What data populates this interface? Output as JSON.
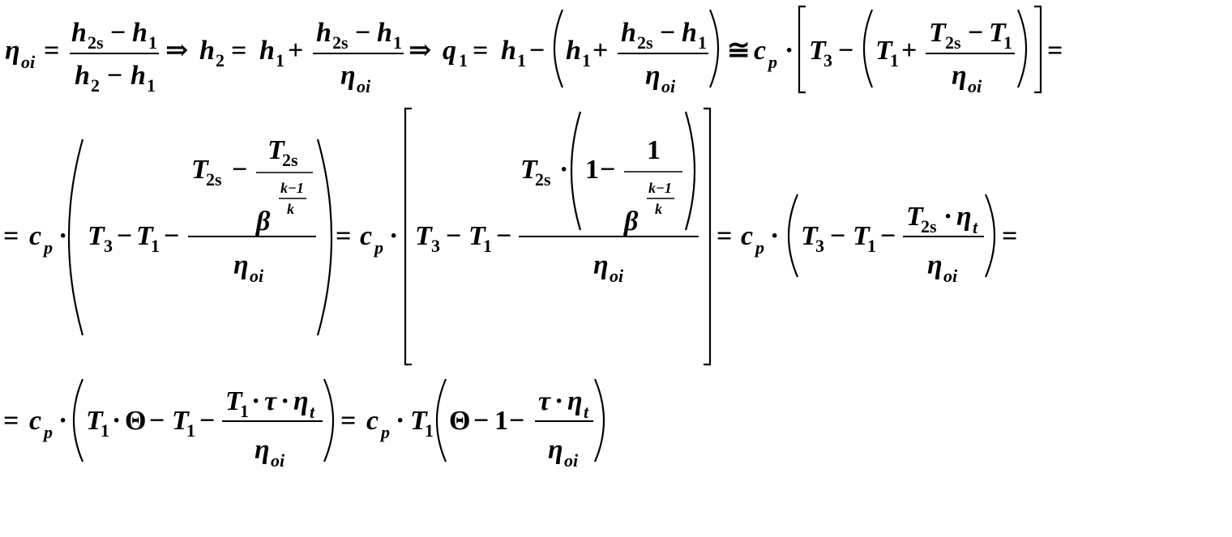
{
  "symbols": {
    "eta": "η",
    "tau": "τ",
    "theta": "Θ",
    "beta": "β",
    "h": "h",
    "q": "q",
    "c": "c",
    "T": "T",
    "k": "k",
    "one": "1",
    "k_minus_1": "k−1"
  },
  "subscripts": {
    "oi": "oi",
    "two_s": "2s",
    "one": "1",
    "two": "2",
    "three": "3",
    "p": "p",
    "t": "t"
  },
  "operators": {
    "equals": "=",
    "implies": "⇒",
    "approx": "≅",
    "plus": "+",
    "minus": "−",
    "cdot": "·"
  }
}
